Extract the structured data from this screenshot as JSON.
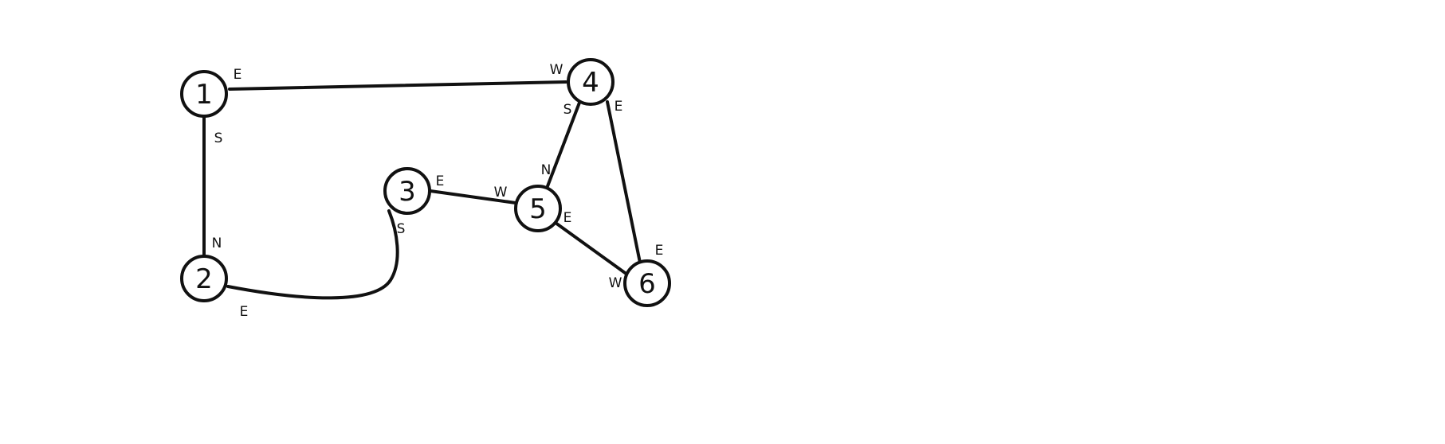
{
  "nodes": [
    {
      "id": "1",
      "label": "1"
    },
    {
      "id": "2",
      "label": "2"
    },
    {
      "id": "3",
      "label": "3"
    },
    {
      "id": "4",
      "label": "4"
    },
    {
      "id": "5",
      "label": "5"
    },
    {
      "id": "6",
      "label": "6"
    }
  ],
  "edges": [
    {
      "from": "1",
      "to": "4",
      "from_port": "E",
      "to_port": "W"
    },
    {
      "from": "1",
      "to": "2",
      "from_port": "S",
      "to_port": "N"
    },
    {
      "from": "2",
      "to": "3",
      "from_port": "E",
      "to_port": "S"
    },
    {
      "from": "3",
      "to": "5",
      "from_port": "E",
      "to_port": "W"
    },
    {
      "from": "4",
      "to": "5",
      "from_port": "S",
      "to_port": "N"
    },
    {
      "from": "4",
      "to": "6",
      "from_port": "E",
      "to_port": "E"
    },
    {
      "from": "5",
      "to": "6",
      "from_port": "E",
      "to_port": "W"
    }
  ]
}
